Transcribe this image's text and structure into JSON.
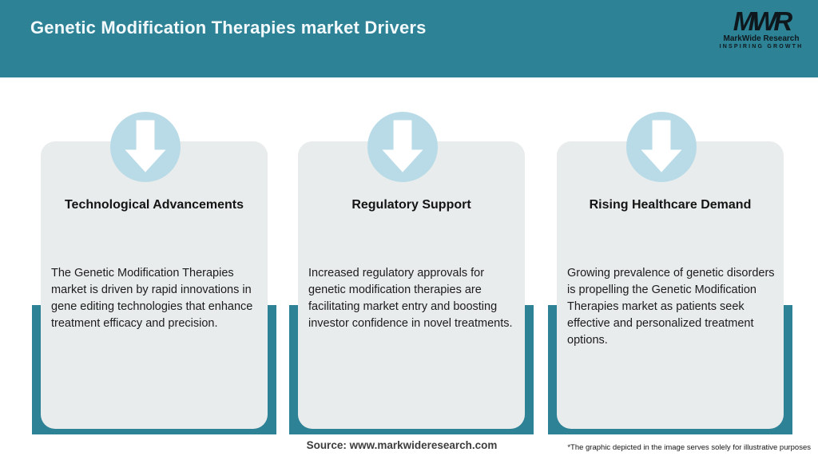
{
  "header": {
    "title": "Genetic Modification Therapies market Drivers",
    "logo": {
      "monogram": "MWR",
      "name": "MarkWide Research",
      "tagline": "INSPIRING GROWTH"
    }
  },
  "cards": [
    {
      "icon": "down-arrow-icon",
      "title": "Technological Advancements",
      "body": "The Genetic Modification Therapies market is driven by rapid innovations in gene editing technologies that enhance treatment efficacy and precision."
    },
    {
      "icon": "down-arrow-icon",
      "title": "Regulatory Support",
      "body": "Increased regulatory approvals for genetic modification therapies are facilitating market entry and boosting investor confidence in novel treatments."
    },
    {
      "icon": "down-arrow-icon",
      "title": "Rising Healthcare Demand",
      "body": "Growing prevalence of genetic disorders is propelling the Genetic Modification Therapies market as patients seek effective and personalized treatment options."
    }
  ],
  "footer": {
    "source": "Source: www.markwideresearch.com",
    "disclaimer": "*The graphic depicted in the image serves solely for illustrative purposes"
  },
  "colors": {
    "teal": "#2E8296",
    "circle_blue": "#B9DBE7",
    "card_bg": "#E8ECEC",
    "title_text": "#F2F9FB"
  }
}
